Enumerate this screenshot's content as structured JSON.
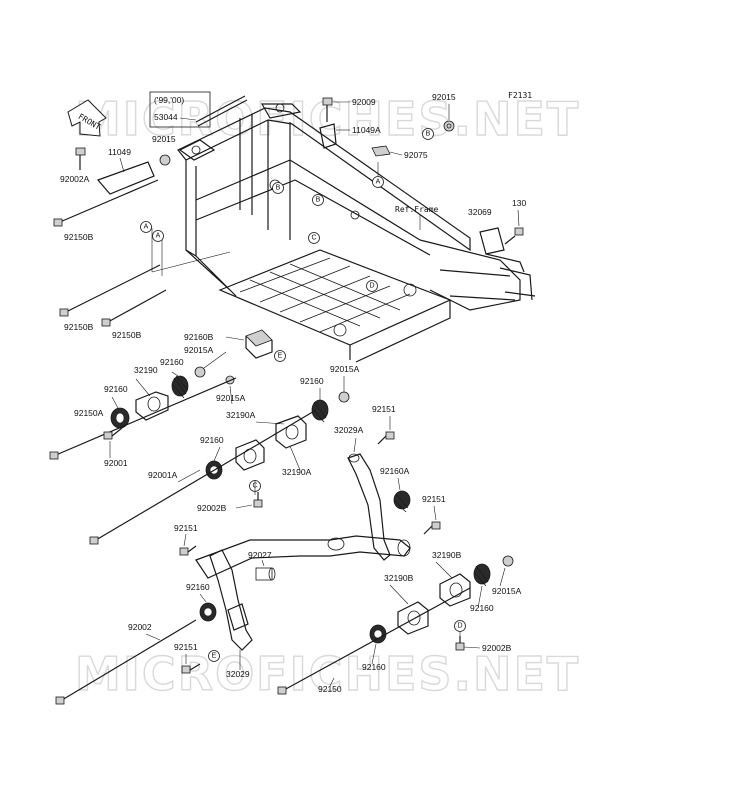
{
  "watermark": "MICROFICHES.NET",
  "figure_id": "F2131",
  "front_label": "FRONT",
  "bracket_label": "('99,'00)",
  "ref_frame": "Ref.Frame",
  "parts": {
    "p53044": "53044",
    "p92009": "92009",
    "p92015_top": "92015",
    "p11049A": "11049A",
    "p92075": "92075",
    "p92015_l": "92015",
    "p11049": "11049",
    "p92002A": "92002A",
    "p92150B_1": "92150B",
    "p92150B_2": "92150B",
    "p92150B_3": "92150B",
    "p32069": "32069",
    "p130": "130",
    "p92160B": "92160B",
    "p92015A_1": "92015A",
    "p92160_1": "92160",
    "p32190": "32190",
    "p92160_2": "92160",
    "p92015A_2": "92015A",
    "p92150A": "92150A",
    "p92001": "92001",
    "p92160_3": "92160",
    "p92015A_3": "92015A",
    "p32190A_1": "32190A",
    "p92151_1": "92151",
    "p92160_4": "92160",
    "p32029A": "32029A",
    "p32190A_2": "32190A",
    "p92001A": "92001A",
    "p92002B_1": "92002B",
    "p92160A": "92160A",
    "p92151_2": "92151",
    "p92151_3": "92151",
    "p92027": "92027",
    "p32190B_1": "32190B",
    "p92160_5": "92160",
    "p92015A_4": "92015A",
    "p32190B_2": "32190B",
    "p92160_6": "92160",
    "p92002": "92002",
    "p92002B_2": "92002B",
    "p92151_4": "92151",
    "p32029": "32029",
    "p92160_7": "92160",
    "p92150": "92150"
  },
  "callouts": {
    "A1": "A",
    "A2": "A",
    "A3": "A",
    "B1": "B",
    "B2": "B",
    "B3": "B",
    "C1": "C",
    "C2": "C",
    "D1": "D",
    "D2": "D",
    "E1": "E",
    "E2": "E"
  }
}
